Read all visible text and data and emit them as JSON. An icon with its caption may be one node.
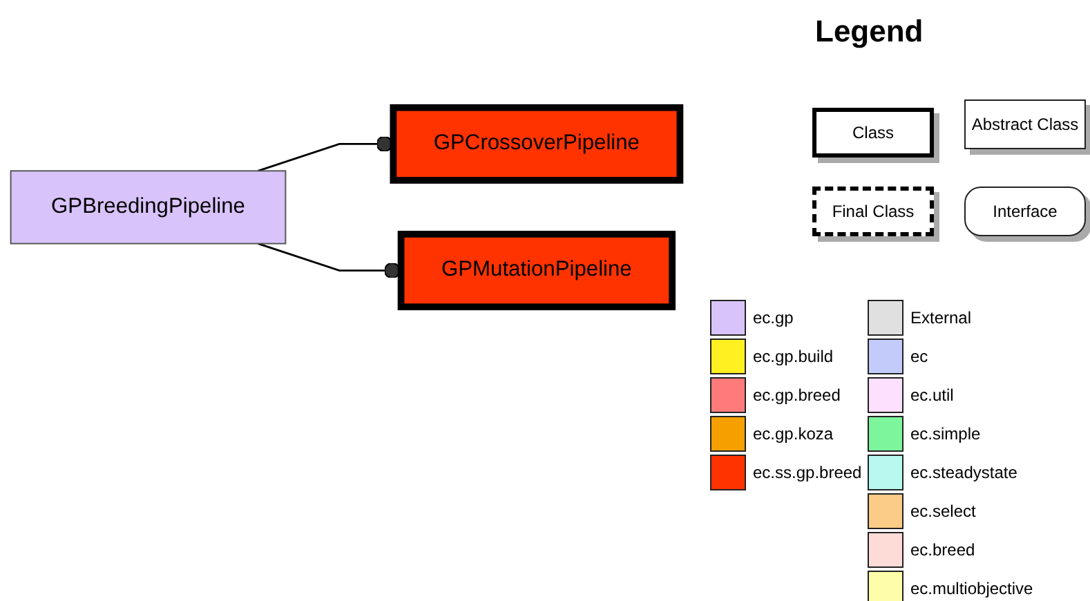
{
  "diagram": {
    "nodes": [
      {
        "text": [
          "GPBreedingPipeline"
        ]
      },
      {
        "text": [
          "GPCrossoverPipeline"
        ]
      },
      {
        "text": [
          "GPMutationPipeline"
        ]
      }
    ],
    "edges": [
      {
        "from": 0,
        "to": 1,
        "arrow": "other"
      },
      {
        "from": 0,
        "to": 2,
        "arrow": "other"
      }
    ],
    "labels": [
      "Legend"
    ],
    "legend": [
      {
        "text": "Class"
      },
      {
        "text": "Abstract Class"
      },
      {
        "text": "Final Class"
      },
      {
        "text": "Interface"
      },
      {
        "text": "ec.gp",
        "color": "#d9c3fb"
      },
      {
        "text": "ec.gp.build",
        "color": "#fff021"
      },
      {
        "text": "ec.gp.breed",
        "color": "#ff7b7b"
      },
      {
        "text": "ec.gp.koza",
        "color": "#f5a000"
      },
      {
        "text": "ec.ss.gp.breed",
        "color": "#ff3300"
      },
      {
        "text": "External",
        "color": "#e0e0e0"
      },
      {
        "text": "ec",
        "color": "#c3cbfb"
      },
      {
        "text": "ec.util",
        "color": "#fde0fd"
      },
      {
        "text": "ec.simple",
        "color": "#7df59c"
      },
      {
        "text": "ec.steadystate",
        "color": "#b8f8ee"
      },
      {
        "text": "ec.select",
        "color": "#fbcb88"
      },
      {
        "text": "ec.breed",
        "color": "#fddcd8"
      },
      {
        "text": "ec.multiobjective",
        "color": "#fdfdaa"
      }
    ]
  }
}
